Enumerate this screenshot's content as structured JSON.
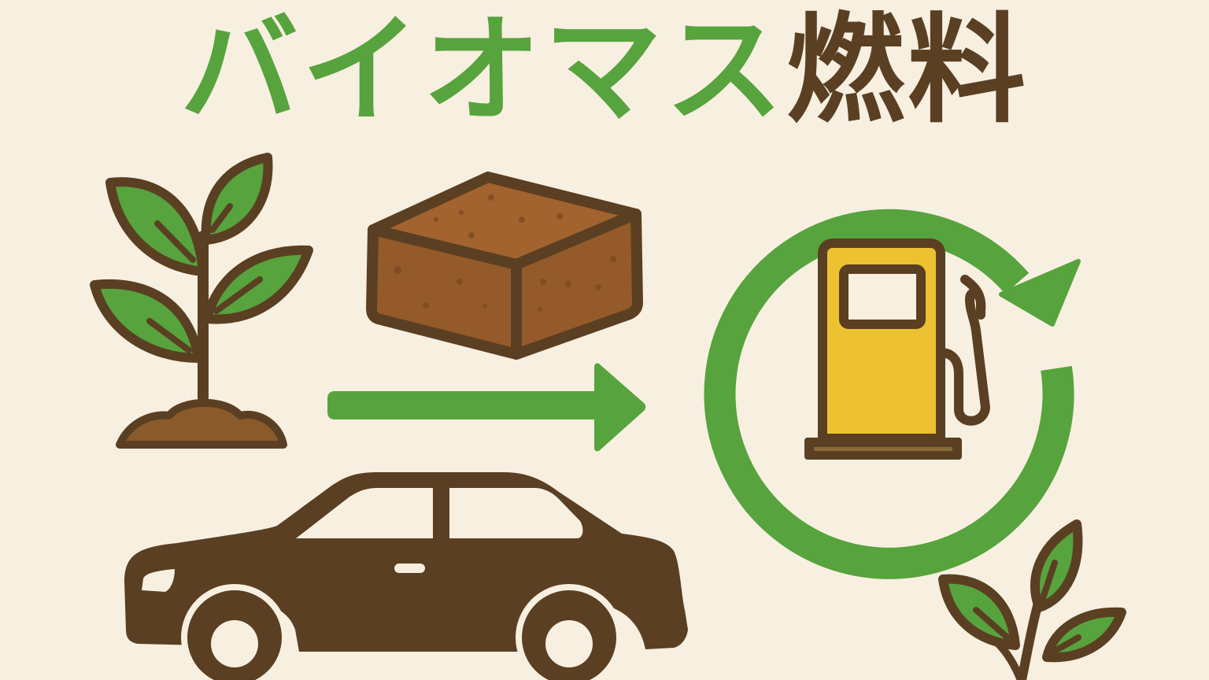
{
  "title": {
    "katakana": "バイオマス",
    "kanji": "燃料",
    "full": "バイオマス燃料"
  },
  "colors": {
    "background": "#f7efe0",
    "green": "#57a33d",
    "brown": "#5a3f22",
    "soil": "#8b5a2b",
    "block": "#9a5c2c",
    "pump_yellow": "#ecc232"
  },
  "illustration": {
    "elements": [
      {
        "name": "sprout",
        "icon": "plant-sprout-icon"
      },
      {
        "name": "biomass-block",
        "icon": "biomass-pellet-icon"
      },
      {
        "name": "process-arrow",
        "icon": "arrow-right-icon"
      },
      {
        "name": "fuel-cycle",
        "icon": "recycle-arrow-icon"
      },
      {
        "name": "fuel-pump",
        "icon": "fuel-pump-icon"
      },
      {
        "name": "car",
        "icon": "car-icon"
      },
      {
        "name": "leaf-sprig",
        "icon": "leaf-sprig-icon"
      }
    ]
  }
}
